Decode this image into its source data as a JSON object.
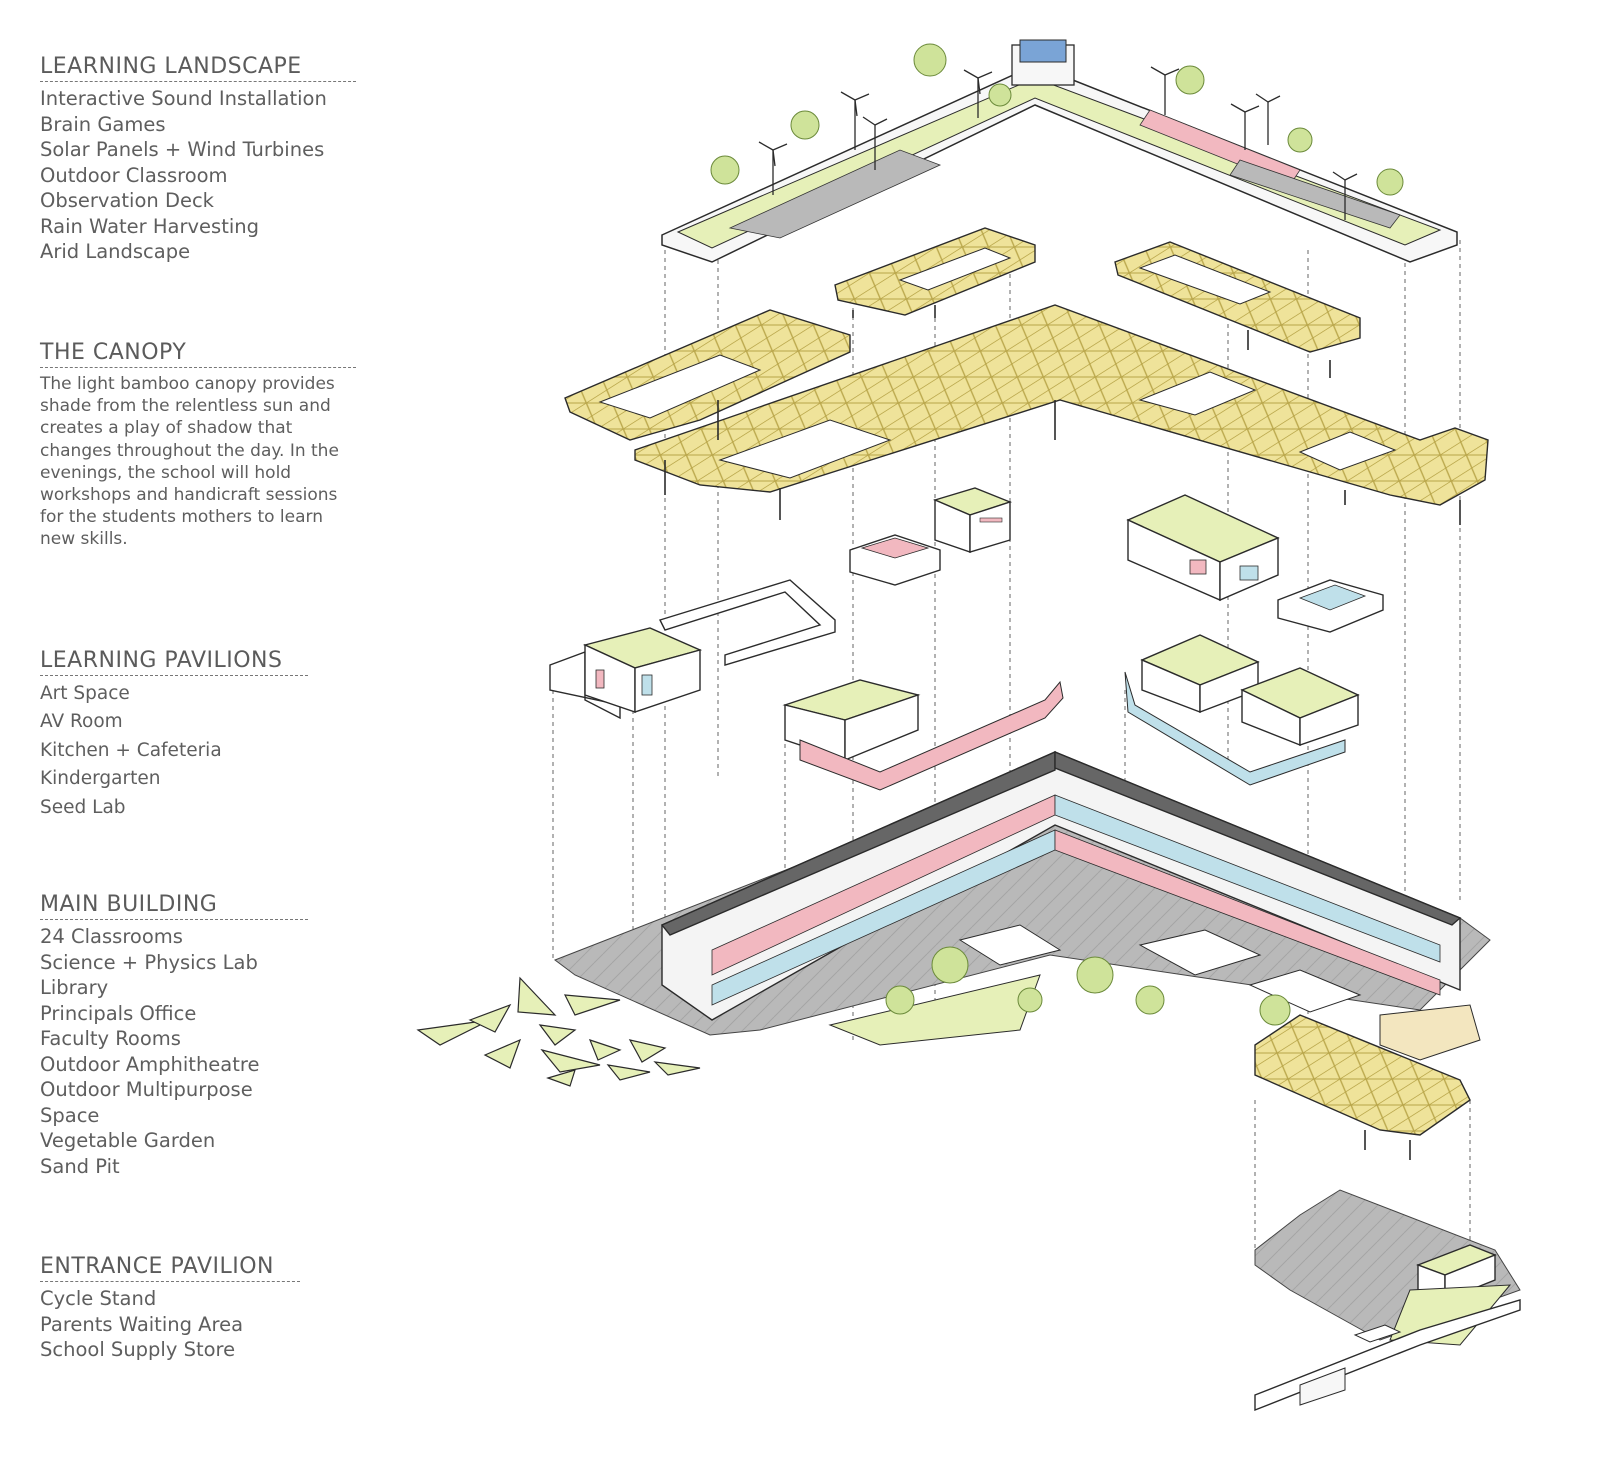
{
  "colors": {
    "canopy": "#efe39a",
    "canopy_line": "#b9a64a",
    "roof_green": "#e6f0b8",
    "accent_pink": "#f2b8c0",
    "accent_blue": "#bfe0ea",
    "paving": "#b9b9b9",
    "line": "#2b2b2b",
    "text": "#5e5e5e"
  },
  "sections": [
    {
      "title": "LEARNING LANDSCAPE",
      "items": [
        "Interactive Sound Installation",
        "Brain Games",
        "Solar Panels + Wind Turbines",
        "Outdoor Classroom",
        "Observation Deck",
        "Rain Water Harvesting",
        "Arid Landscape"
      ]
    },
    {
      "title": "THE CANOPY",
      "description": "The light bamboo canopy provides shade from the relentless sun and creates a play of shadow that changes throughout the day. In the evenings, the school will hold workshops and handicraft sessions for the students mothers to learn new skills."
    },
    {
      "title": "LEARNING PAVILIONS",
      "items": [
        "Art Space",
        "AV Room",
        "Kitchen + Cafeteria",
        "Kindergarten",
        "Seed Lab"
      ]
    },
    {
      "title": "MAIN BUILDING",
      "items": [
        "24 Classrooms",
        "Science + Physics Lab",
        "Library",
        "Principals Office",
        "Faculty Rooms",
        "Outdoor Amphitheatre",
        "Outdoor Multipurpose Space",
        "Vegetable Garden",
        "Sand Pit"
      ]
    },
    {
      "title": "ENTRANCE PAVILION",
      "items": [
        "Cycle Stand",
        "Parents Waiting Area",
        "School Supply Store"
      ]
    }
  ]
}
